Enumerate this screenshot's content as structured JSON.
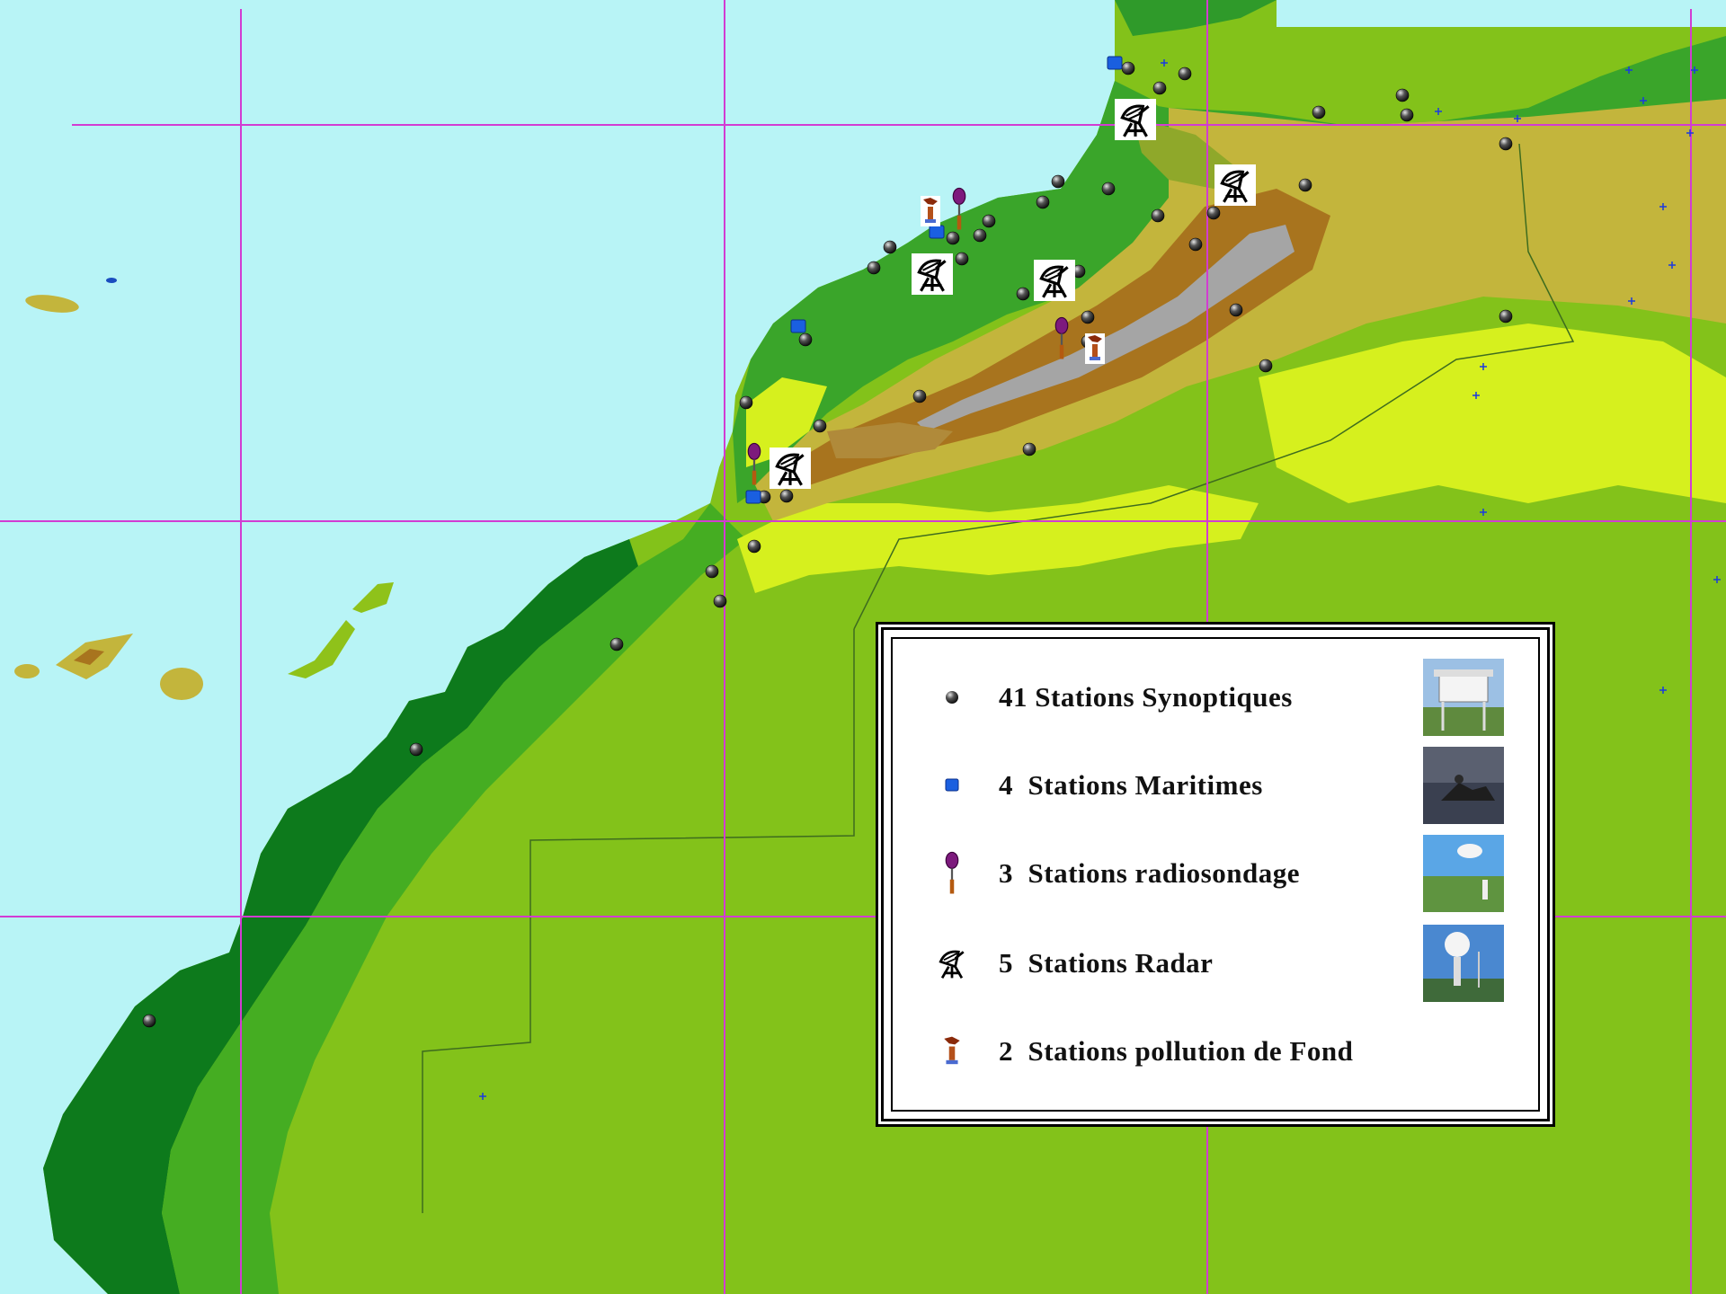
{
  "colors": {
    "sea": "#b8f4f6",
    "grid": "#d23cd2",
    "lowland_dark": "#0d7a1c",
    "lowland": "#4eb81e",
    "plain": "#83c21a",
    "plateau_yellow": "#d6f01e",
    "hills": "#c3b53c",
    "mountain": "#a8741e",
    "peak": "#a5a5a5",
    "border_line": "#3e6c1e"
  },
  "legend": {
    "items": [
      {
        "count": "41",
        "label": "Stations Synoptiques",
        "icon": "synoptic-dot-icon",
        "photo": "weather-shelter-photo"
      },
      {
        "count": "4",
        "label": "Stations Maritimes",
        "icon": "maritime-square-icon",
        "photo": "maritime-buoy-photo"
      },
      {
        "count": "3",
        "label": "Stations radiosondage",
        "icon": "radiosonde-balloon-icon",
        "photo": "radiosonde-balloon-photo"
      },
      {
        "count": "5",
        "label": "Stations Radar",
        "icon": "radar-dish-icon",
        "photo": "radar-dome-photo"
      },
      {
        "count": "2",
        "label": "Stations pollution de Fond",
        "icon": "pollution-station-icon",
        "photo": ""
      }
    ]
  }
}
